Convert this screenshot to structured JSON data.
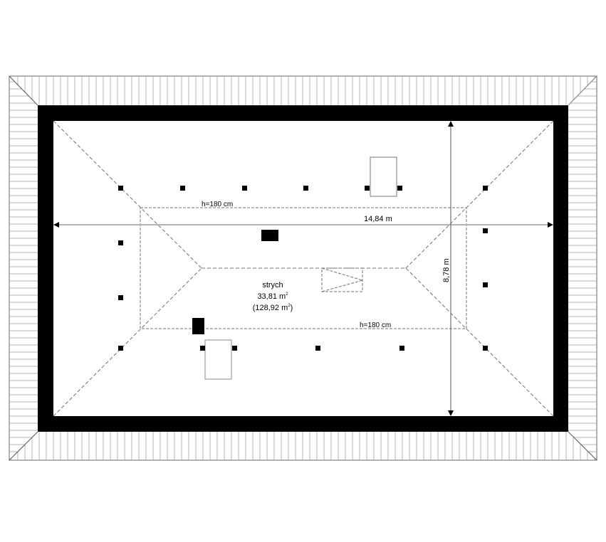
{
  "plan": {
    "type": "attic floor plan",
    "room": {
      "name": "strych",
      "area": "33,81",
      "area_unit": "m",
      "total_area": "(128,92",
      "total_area_close": ")"
    },
    "dimensions": {
      "width": "14,84 m",
      "depth": "8,78 m"
    },
    "height_lines": [
      {
        "label": "h=180 cm",
        "position": "top"
      },
      {
        "label": "h=180 cm",
        "position": "bottom"
      }
    ],
    "colors": {
      "wall": "#000000",
      "roof_hatch": "#b4b4b4",
      "dashed": "#707070",
      "dimension_line": "#b4b4b4",
      "background": "#ffffff"
    }
  }
}
